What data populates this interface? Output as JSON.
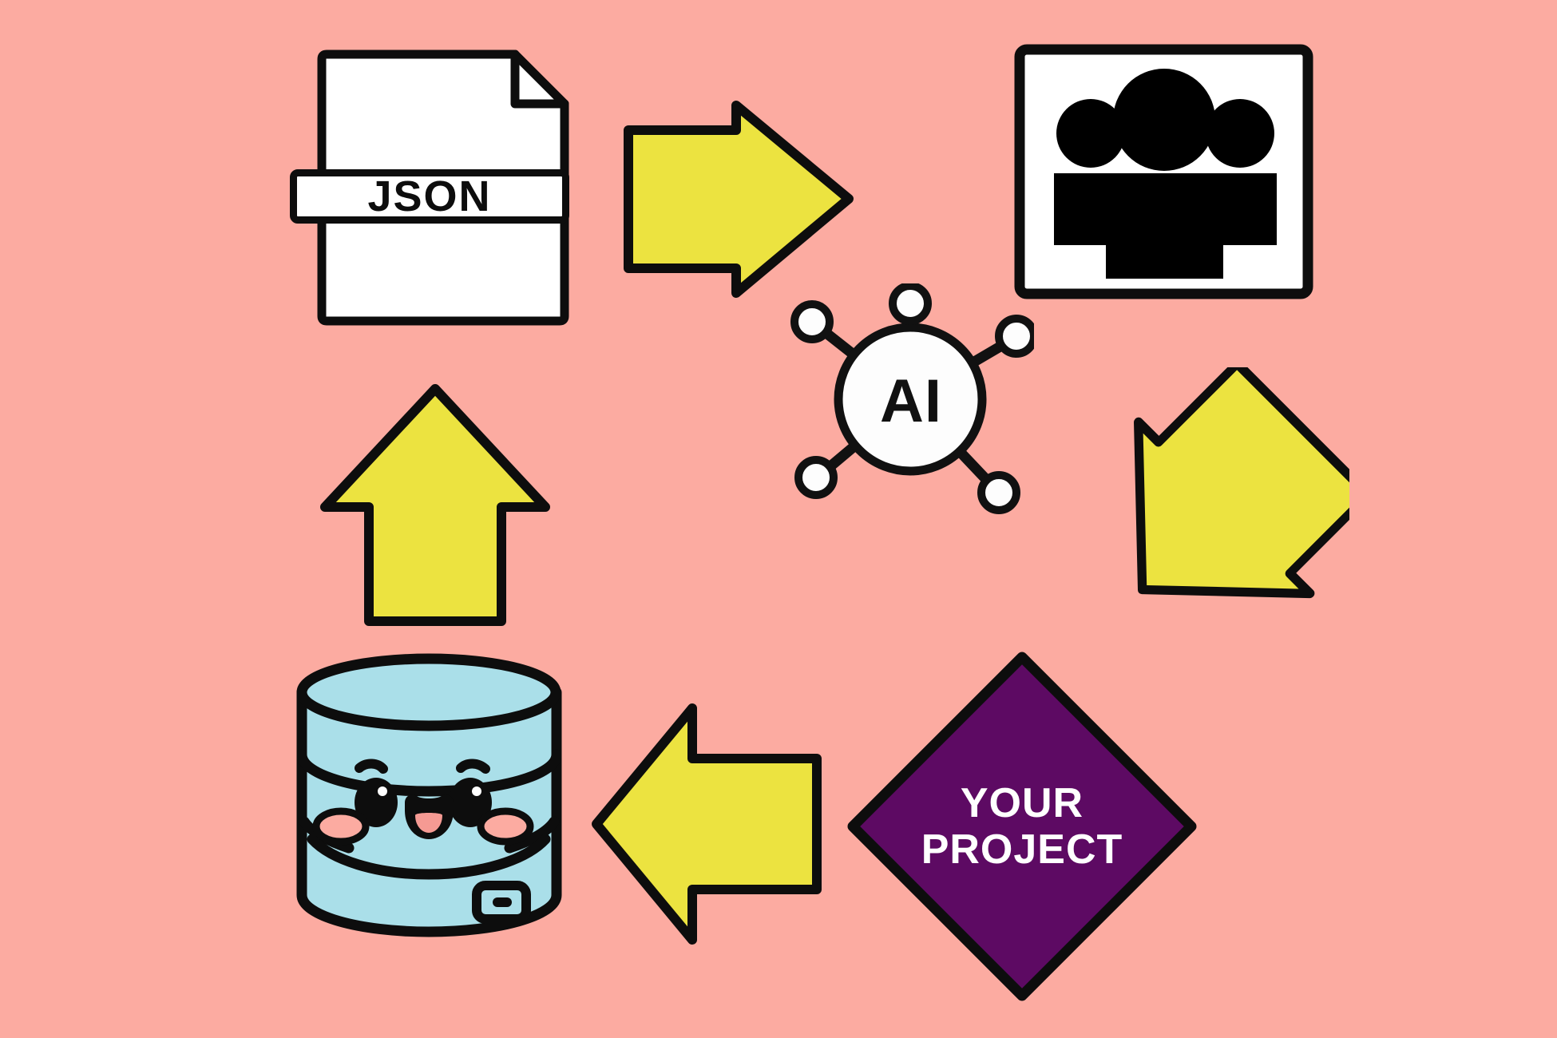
{
  "diagram": {
    "title": "AI data pipeline cycle",
    "background_color": "#fcaba1"
  },
  "palette": {
    "background": "#fcaba1",
    "arrow_fill": "#ece340",
    "outline": "#0d0d0d",
    "paper_white": "#ffffff",
    "database_body": "#aadfe9",
    "database_blush": "#fcaba1",
    "database_tongue": "#f59a93",
    "diamond_fill": "#5d0a63",
    "diamond_text": "#ffffff"
  },
  "nodes": {
    "json_document": {
      "name": "JSON file",
      "label": "JSON",
      "icon": "json-file-icon",
      "fill": "#ffffff",
      "stroke": "#0d0d0d"
    },
    "team": {
      "name": "Team / users",
      "icon": "people-group-icon",
      "people_count": 3,
      "fill": "#ffffff",
      "stroke": "#0d0d0d",
      "figure_color": "#000000"
    },
    "ai": {
      "name": "AI engine",
      "label": "AI",
      "icon": "ai-network-icon",
      "satellite_nodes": 5,
      "fill": "#ffffff",
      "stroke": "#111111"
    },
    "project": {
      "name": "Your project",
      "label_line1": "YOUR",
      "label_line2": "PROJECT",
      "icon": "diamond-shape",
      "fill": "#5d0a63",
      "text_color": "#ffffff"
    },
    "database": {
      "name": "Database",
      "icon": "database-cylinder-icon",
      "expression": "happy",
      "fill": "#aadfe9",
      "stroke": "#0d0d0d"
    }
  },
  "arrows": [
    {
      "id": "json-to-team",
      "icon": "arrow-right-icon",
      "direction": "right",
      "from": "json_document",
      "to": "team",
      "fill": "#ece340"
    },
    {
      "id": "team-to-project",
      "icon": "arrow-down-left-icon",
      "direction": "down-left",
      "from": "team",
      "to": "project",
      "fill": "#ece340"
    },
    {
      "id": "project-to-database",
      "icon": "arrow-left-icon",
      "direction": "left",
      "from": "project",
      "to": "database",
      "fill": "#ece340"
    },
    {
      "id": "database-to-json",
      "icon": "arrow-up-icon",
      "direction": "up",
      "from": "database",
      "to": "json_document",
      "fill": "#ece340"
    }
  ]
}
